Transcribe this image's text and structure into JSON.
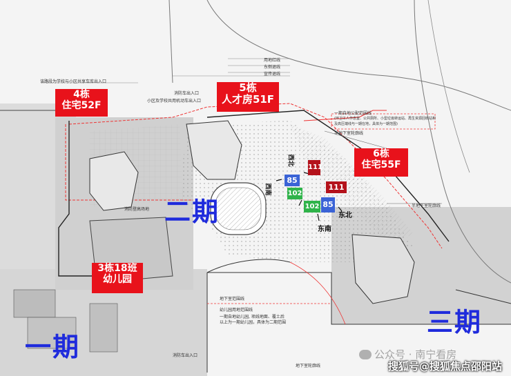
{
  "buildings": {
    "b4": {
      "line1": "4栋",
      "line2": "住宅52F"
    },
    "b5": {
      "line1": "5栋",
      "line2": "人才房51F"
    },
    "b6": {
      "line1": "6栋",
      "line2": "住宅55F"
    },
    "b3": {
      "line1": "3栋18班",
      "line2": "幼儿园"
    }
  },
  "phases": {
    "p1": "一期",
    "p2": "二期",
    "p3": "三期"
  },
  "units": {
    "u85a": "85",
    "u102a": "102",
    "u111a": "111",
    "u111b": "111",
    "u102b": "102",
    "u85b": "85"
  },
  "directions": {
    "xi_bei": "西北",
    "xi_nan": "西南",
    "dong_bei": "东北",
    "dong_nan": "东南"
  },
  "annotations": {
    "fire_road": "消防登高场地",
    "road_red_line": "用地红线",
    "line_two": "东侧退线",
    "line_three": "宣传退线",
    "top_note": "该路段为学校与小区共享车库出入口",
    "entrance_note": "小区及学校共用机动车出入口",
    "fire_entrance": "消防车出入口",
    "boundary_note_1": "一期自地公配范围线",
    "boundary_note_2": "(环卫工人作息室、公共厕所、小型垃圾转运站、再生资源回收站和",
    "boundary_note_3": "及高压端线与一期在地，具体为一期范围)",
    "underground_line": "半地下室轮廓线",
    "underground_line_2": "地下室轮廓线",
    "underground_line_3": "半地下室轮廓线",
    "kinder_boundary": "幼儿园用地范围线",
    "kinder_note_1": "一期自地幼儿园, 项线地面、覆土后",
    "kinder_note_2": "以上为一期幼儿园，具体为二期范围",
    "underground_scope": "地下室范围线",
    "bottom_entrance": "消防车出入口"
  },
  "watermarks": {
    "wechat": "公众号 · 南宁看房",
    "sohu": "搜狐号@搜狐焦点邵阳站"
  },
  "colors": {
    "red": "#e8121b",
    "blue_unit": "#3a63d6",
    "green_unit": "#2fb34a",
    "dark_red_unit": "#b4121b",
    "phase_blue": "#1f2bdc"
  }
}
